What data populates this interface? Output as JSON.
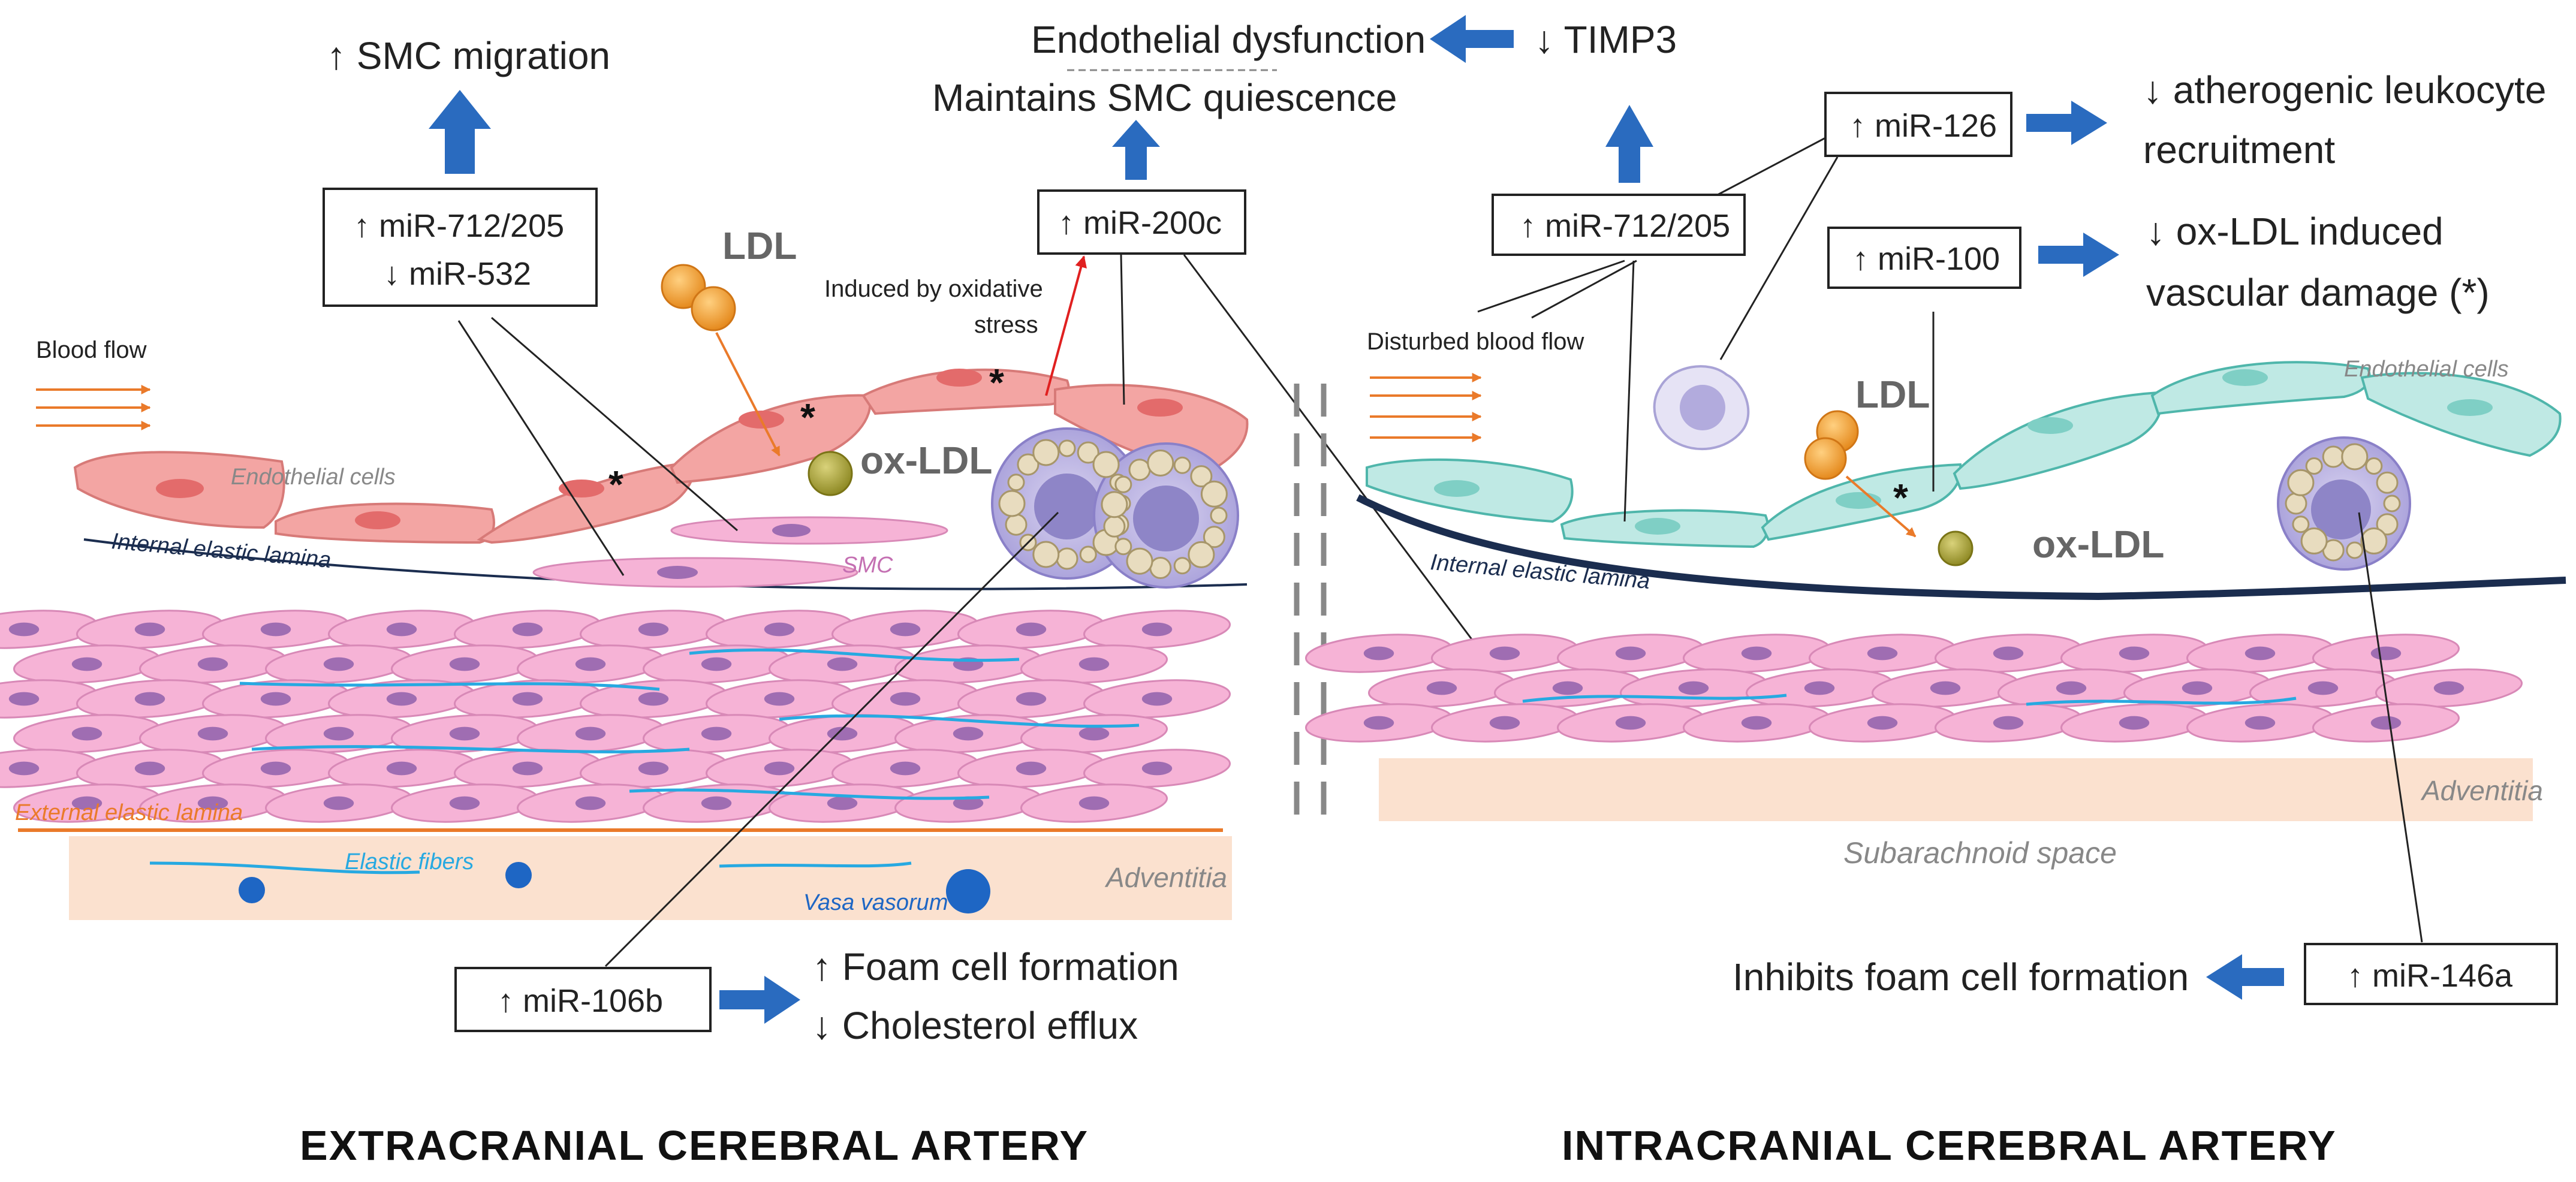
{
  "titles": {
    "extracranial": "EXTRACRANIAL CEREBRAL ARTERY",
    "intracranial": "INTRACRANIAL CEREBRAL ARTERY"
  },
  "left": {
    "effect_smc_migration": "↑ SMC migration",
    "box_712_205_line1": "↑  miR-712/205",
    "box_532_line2": "↓ miR-532",
    "ldl": "LDL",
    "ox_ldl": "ox-LDL",
    "blood_flow": "Blood flow",
    "endothelial_cells": "Endothelial cells",
    "internal_elastic_lamina": "Internal elastic lamina",
    "smc": "SMC",
    "external_elastic_lamina": "External elastic lamina",
    "elastic_fibers": "Elastic fibers",
    "vasa_vasorum": "Vasa vasorum",
    "adventitia": "Adventitia",
    "induced_line1": "Induced by oxidative",
    "induced_line2": "stress",
    "box_200c": "↑ miR-200c",
    "maintains_smc": "Maintains SMC quiescence",
    "box_106b": "↑ miR-106b",
    "foam_cell_formation": "↑  Foam cell formation",
    "cholesterol_efflux": "↓ Cholesterol efflux"
  },
  "top": {
    "endothelial_dysfunction": "Endothelial dysfunction",
    "timp3": "↓ TIMP3"
  },
  "right": {
    "box_712_205": "↑ miR-712/205",
    "box_126": "↑ miR-126",
    "leukocyte_line1": "↓  atherogenic leukocyte",
    "leukocyte_line2": "recruitment",
    "box_100": "↑ miR-100",
    "oxldl_damage_line1": "↓  ox-LDL induced",
    "oxldl_damage_line2": "vascular damage (*)",
    "disturbed_blood_flow": "Disturbed blood flow",
    "ldl": "LDL",
    "ox_ldl": "ox-LDL",
    "endothelial_cells": "Endothelial cells",
    "internal_elastic_lamina": "Internal elastic lamina",
    "adventitia": "Adventitia",
    "subarachnoid_space": "Subarachnoid space",
    "box_146a": "↑ miR-146a",
    "inhibits_foam": "Inhibits foam cell formation"
  },
  "asterisk": "*",
  "colors": {
    "arrow_blue": "#2a6bbf",
    "endothelial_red": "#f3a5a3",
    "endothelial_teal": "#bfe9e4",
    "smc_pink": "#f6b3d6",
    "adventitia": "#fbe1cf",
    "flow_orange": "#ea7a2a",
    "elastic_cyan": "#27a9e1",
    "lamina_navy": "#1b2d4f"
  }
}
